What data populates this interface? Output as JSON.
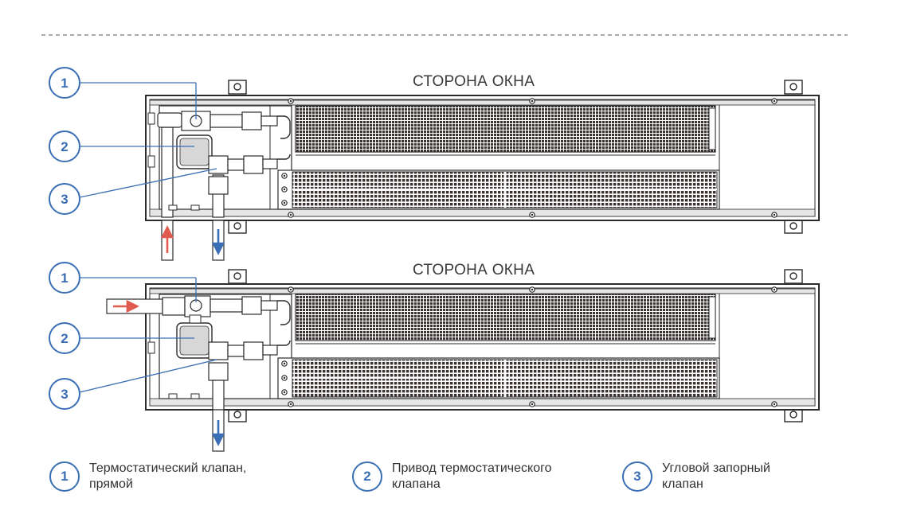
{
  "diagrams": [
    {
      "side_label": "СТОРОНА ОКНА",
      "callouts": [
        "1",
        "2",
        "3"
      ]
    },
    {
      "side_label": "СТОРОНА ОКНА",
      "callouts": [
        "1",
        "2",
        "3"
      ]
    }
  ],
  "legend": [
    {
      "number": "1",
      "line1": "Термостатический клапан,",
      "line2": "прямой"
    },
    {
      "number": "2",
      "line1": "Привод термостатического",
      "line2": "клапана"
    },
    {
      "number": "3",
      "line1": "Угловой запорный",
      "line2": "клапан"
    }
  ],
  "colors": {
    "accent": "#3b6fb5",
    "supply_arrow": "#e05a4f",
    "return_arrow": "#3b6fb5",
    "outline": "#2b2b2b"
  }
}
